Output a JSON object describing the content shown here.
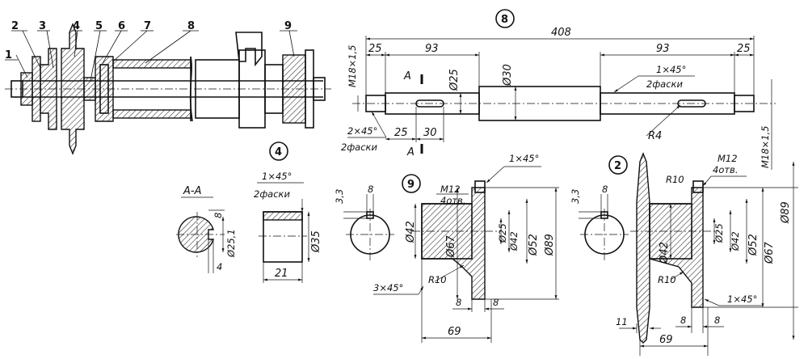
{
  "assembly": {
    "callouts": [
      "1",
      "2",
      "3",
      "4",
      "5",
      "6",
      "7",
      "8",
      "9"
    ]
  },
  "view8": {
    "number": "8",
    "dims": {
      "overall": "408",
      "left_end": "25",
      "left_key": "93",
      "right_key": "93",
      "right_end": "25",
      "thread_left": "M18×1,5",
      "thread_right": "M18×1,5",
      "d25": "Ø25",
      "d30": "Ø30",
      "chamfer_r": "1×45°",
      "chamfer_r_note": "2фаски",
      "chamfer_l": "2×45°",
      "chamfer_l_note": "2фаски",
      "key_pos": "25",
      "key_len": "30",
      "radius": "R4",
      "section_mark_top": "A",
      "section_mark_bottom": "A"
    }
  },
  "section_aa": {
    "title": "A-A",
    "d": "Ø25,1",
    "key_w": "8",
    "key_d": "4"
  },
  "view4": {
    "number": "4",
    "chamfer": "1×45°",
    "chamfer_note": "2фаски",
    "d": "Ø35",
    "len": "21"
  },
  "view9": {
    "number": "9",
    "keyway_depth": "3,3",
    "keyway_width": "8",
    "thread": "M12",
    "thread_note": "4отв.",
    "chamfer_top": "1×45°",
    "d42a": "Ø42",
    "d67": "Ø67",
    "d25": "Ø25",
    "d42b": "Ø42",
    "d52": "Ø52",
    "d89": "Ø89",
    "radius": "R10",
    "chamfer_bot": "3×45°",
    "w8a": "8",
    "w8b": "8",
    "len": "69"
  },
  "view2": {
    "number": "2",
    "keyway_depth": "3,3",
    "keyway_width": "8",
    "thread": "M12",
    "thread_note": "4отв.",
    "r_top": "R10",
    "r_bot": "R10",
    "d42": "Ø42",
    "d25": "Ø25",
    "d42b": "Ø42",
    "d52": "Ø52",
    "d67": "Ø67",
    "d89": "Ø89",
    "chamfer": "1×45°",
    "w11": "11",
    "w8a": "8",
    "w8b": "8",
    "len": "69"
  }
}
